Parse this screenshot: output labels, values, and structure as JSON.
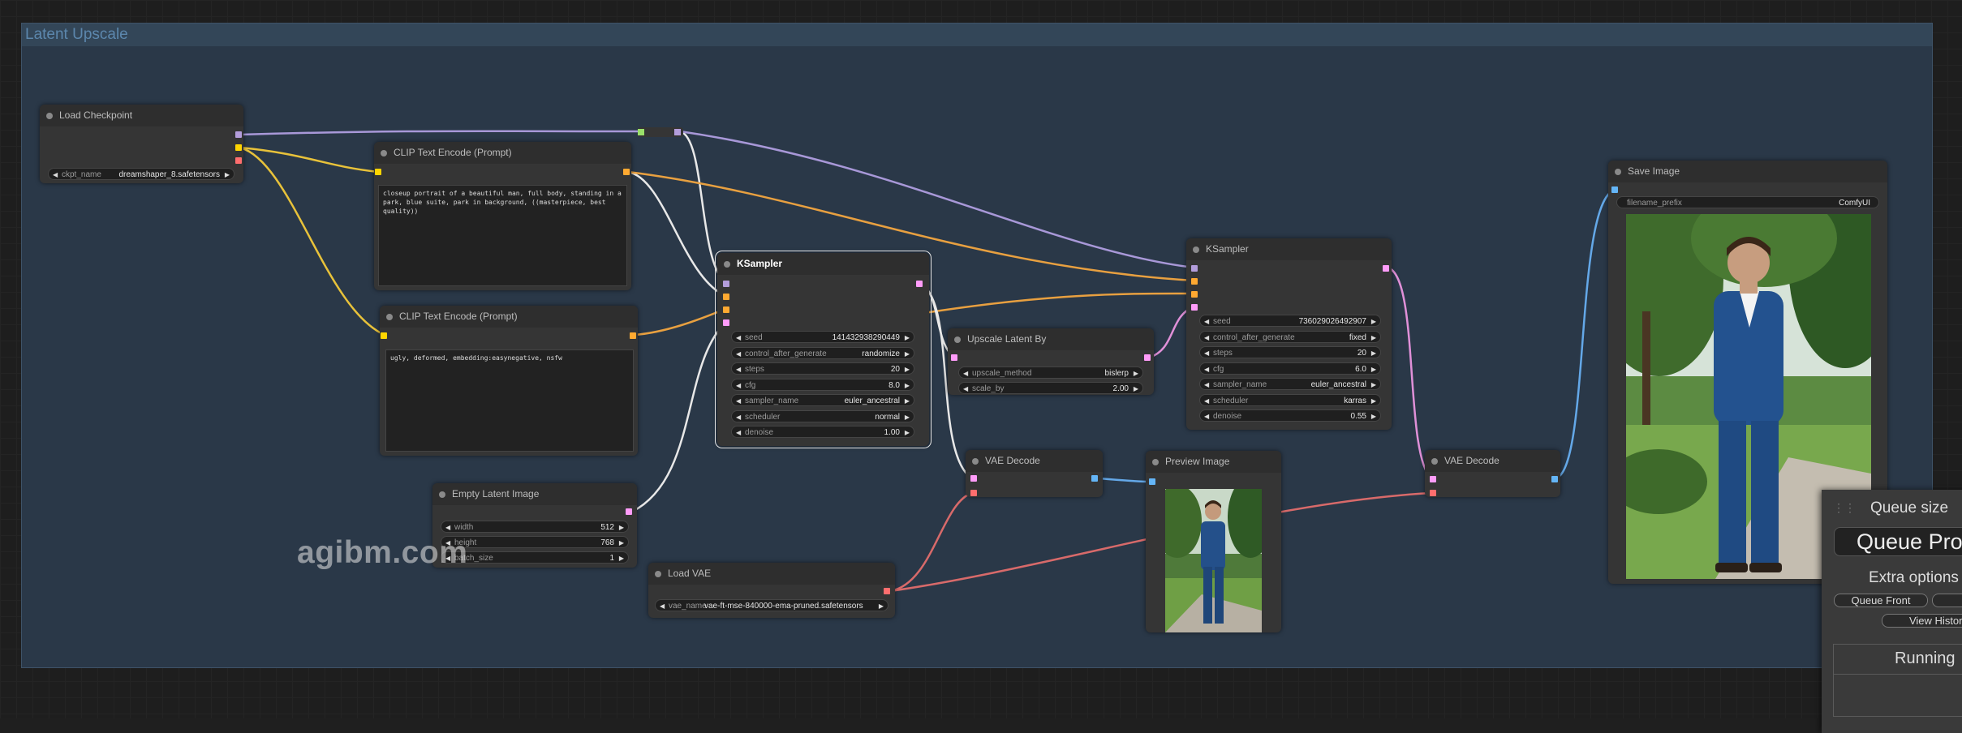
{
  "group": {
    "title": "Latent Upscale"
  },
  "nodes": {
    "load_checkpoint": {
      "title": "Load Checkpoint",
      "ckpt_name_label": "ckpt_name",
      "ckpt_name_value": "dreamshaper_8.safetensors"
    },
    "clip_pos": {
      "title": "CLIP Text Encode (Prompt)",
      "text": "closeup portrait of a beautiful man, full body, standing in a park, blue suite, park in background, ((masterpiece, best quality))"
    },
    "clip_neg": {
      "title": "CLIP Text Encode (Prompt)",
      "text": "ugly, deformed, embedding:easynegative, nsfw"
    },
    "empty_latent": {
      "title": "Empty Latent Image",
      "width_label": "width",
      "width_value": "512",
      "height_label": "height",
      "height_value": "768",
      "batch_label": "batch_size",
      "batch_value": "1"
    },
    "ksampler1": {
      "title": "KSampler",
      "widgets": [
        {
          "name": "seed",
          "value": "141432938290449"
        },
        {
          "name": "control_after_generate",
          "value": "randomize"
        },
        {
          "name": "steps",
          "value": "20"
        },
        {
          "name": "cfg",
          "value": "8.0"
        },
        {
          "name": "sampler_name",
          "value": "euler_ancestral"
        },
        {
          "name": "scheduler",
          "value": "normal"
        },
        {
          "name": "denoise",
          "value": "1.00"
        }
      ]
    },
    "upscale": {
      "title": "Upscale Latent By",
      "method_label": "upscale_method",
      "method_value": "bislerp",
      "scale_label": "scale_by",
      "scale_value": "2.00"
    },
    "ksampler2": {
      "title": "KSampler",
      "widgets": [
        {
          "name": "seed",
          "value": "736029026492907"
        },
        {
          "name": "control_after_generate",
          "value": "fixed"
        },
        {
          "name": "steps",
          "value": "20"
        },
        {
          "name": "cfg",
          "value": "6.0"
        },
        {
          "name": "sampler_name",
          "value": "euler_ancestral"
        },
        {
          "name": "scheduler",
          "value": "karras"
        },
        {
          "name": "denoise",
          "value": "0.55"
        }
      ]
    },
    "vae_decode1": {
      "title": "VAE Decode"
    },
    "load_vae": {
      "title": "Load VAE",
      "vae_label": "vae_name",
      "vae_value": "vae-ft-mse-840000-ema-pruned.safetensors"
    },
    "preview": {
      "title": "Preview Image"
    },
    "vae_decode2": {
      "title": "VAE Decode"
    },
    "save_image": {
      "title": "Save Image",
      "prefix_label": "filename_prefix",
      "prefix_value": "ComfyUI"
    }
  },
  "queue_panel": {
    "queue_size_label": "Queue size",
    "queue_prompt_label": "Queue Prompt",
    "extra_options_label": "Extra options",
    "queue_front_label": "Queue Front",
    "view_history_label": "View History",
    "running_label": "Running"
  },
  "watermark": "agibm.com",
  "colors": {
    "model_link": "#b39ddb",
    "clip_link": "#ffd500",
    "conditioning_link": "#ffa931",
    "latent_link": "#ff9cf9",
    "vae_link": "#ff6e6e",
    "image_link": "#64b5f6",
    "sampler_link": "#ffffff"
  }
}
